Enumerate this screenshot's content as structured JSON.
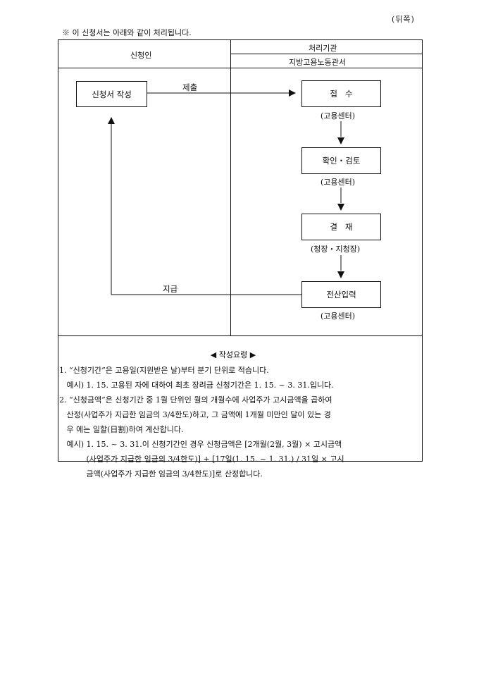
{
  "page_label": "(뒤쪽)",
  "note": "※ 이 신청서는 아래와 같이 처리됩니다.",
  "table": {
    "applicant_header": "신청인",
    "processor_header": "처리기관",
    "processor_sub": "지방고용노동관서"
  },
  "flow": {
    "applicant_box": "신청서 작성",
    "submit_label": "제출",
    "pay_label": "지급",
    "steps": [
      {
        "label": "접   수",
        "sub": "(고용센터)"
      },
      {
        "label": "확인・검토",
        "sub": "(고용센터)"
      },
      {
        "label": "결   재",
        "sub": "(청장・지청장)"
      },
      {
        "label": "전산입력",
        "sub": "(고용센터)"
      }
    ]
  },
  "instructions": {
    "title": "◀ 작성요령 ▶",
    "lines": [
      "1. “신청기간”은 고용일(지원받은 날)부터 분기 단위로 적습니다.",
      "   예시) 1. 15. 고용된 자에 대하여 최초 장려금 신청기간은 1. 15. ~ 3. 31.입니다.",
      "2. “신청금액”은 신청기간 중 1월 단위인 월의 개월수에 사업주가 고시금액을 곱하여",
      "   산정(사업주가 지급한 임금의 3/4한도)하고, 그 금액에 1개월 미만인 달이 있는 경",
      "   우 에는 일할(日割)하여 계산합니다.",
      "   예시) 1. 15. ~ 3. 31.이 신청기간인 경우 신청금액은 [2개월(2월, 3월) × 고시금액",
      "           (사업주가 지급한 임금의 3/4한도)] + [17일(1. 15. ~ 1. 31.) / 31일 × 고시",
      "           금액(사업주가 지급한 임금의 3/4한도)]로 산정합니다."
    ]
  }
}
